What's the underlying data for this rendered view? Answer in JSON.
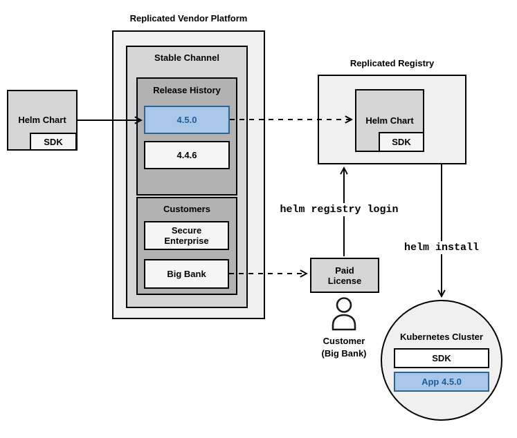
{
  "helm_chart_source": {
    "label": "Helm Chart",
    "sdk_label": "SDK"
  },
  "vendor_platform": {
    "title": "Replicated Vendor Platform",
    "stable_channel": {
      "label": "Stable Channel",
      "release_history": {
        "label": "Release History",
        "current_release": "4.5.0",
        "previous_release": "4.4.6"
      },
      "customers": {
        "label": "Customers",
        "customer_1": "Secure Enterprise",
        "customer_2": "Big Bank"
      }
    }
  },
  "registry": {
    "title": "Replicated Registry",
    "helm_chart": {
      "label": "Helm Chart",
      "sdk_label": "SDK"
    }
  },
  "paid_license": {
    "label": "Paid License"
  },
  "customer_actor": {
    "name": "Customer",
    "detail": "(Big Bank)"
  },
  "kubernetes_cluster": {
    "title": "Kubernetes Cluster",
    "sdk_label": "SDK",
    "app_label": "App 4.5.0"
  },
  "commands": {
    "registry_login": "helm registry login",
    "install": "helm install"
  },
  "colors": {
    "container_fill": "#f0f0f0",
    "channel_fill": "#d6d6d6",
    "group_fill": "#b2b2b2",
    "leaf_fill": "#f5f5f5",
    "gray_box_fill": "#d5d5d5",
    "highlight_fill": "#a9c8e9",
    "highlight_border": "#2b6394",
    "highlight_text": "#1f5c97",
    "stroke": "#000000"
  }
}
